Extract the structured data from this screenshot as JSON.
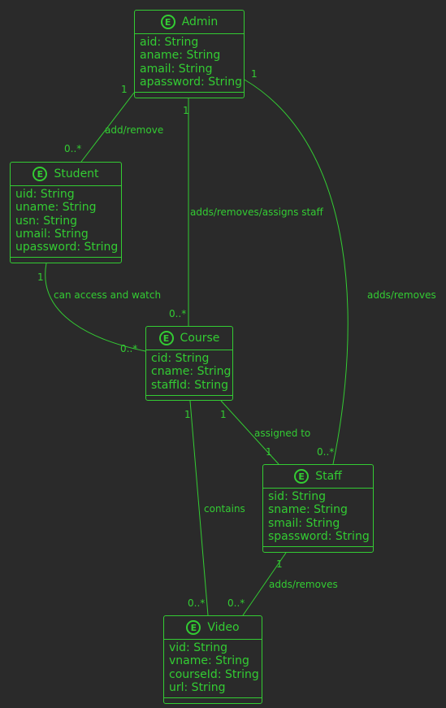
{
  "colors": {
    "background": "#2a2a2a",
    "accent": "#33cc33"
  },
  "entities": {
    "admin": {
      "badge": "E",
      "name": "Admin",
      "attributes": [
        "aid: String",
        "aname: String",
        "amail: String",
        "apassword: String"
      ]
    },
    "student": {
      "badge": "E",
      "name": "Student",
      "attributes": [
        "uid: String",
        "uname: String",
        "usn: String",
        "umail: String",
        "upassword: String"
      ]
    },
    "course": {
      "badge": "E",
      "name": "Course",
      "attributes": [
        "cid: String",
        "cname: String",
        "staffId: String"
      ]
    },
    "staff": {
      "badge": "E",
      "name": "Staff",
      "attributes": [
        "sid: String",
        "sname: String",
        "smail: String",
        "spassword: String"
      ]
    },
    "video": {
      "badge": "E",
      "name": "Video",
      "attributes": [
        "vid: String",
        "vname: String",
        "courseId: String",
        "url: String"
      ]
    }
  },
  "relations": {
    "admin_student": {
      "label": "add/remove",
      "from_mult": "1",
      "to_mult": "0..*"
    },
    "admin_course": {
      "label": "adds/removes/assigns staff",
      "from_mult": "1",
      "to_mult": "0..*"
    },
    "admin_staff": {
      "label": "adds/removes",
      "from_mult": "1",
      "to_mult": "0..*"
    },
    "student_course": {
      "label": "can access and watch",
      "from_mult": "1",
      "to_mult": "0..*"
    },
    "course_staff": {
      "label": "assigned to",
      "from_mult": "1",
      "to_mult": "1"
    },
    "course_video": {
      "label": "contains",
      "from_mult": "1",
      "to_mult": "0..*"
    },
    "staff_video": {
      "label": "adds/removes",
      "from_mult": "1",
      "to_mult": "0..*"
    }
  }
}
